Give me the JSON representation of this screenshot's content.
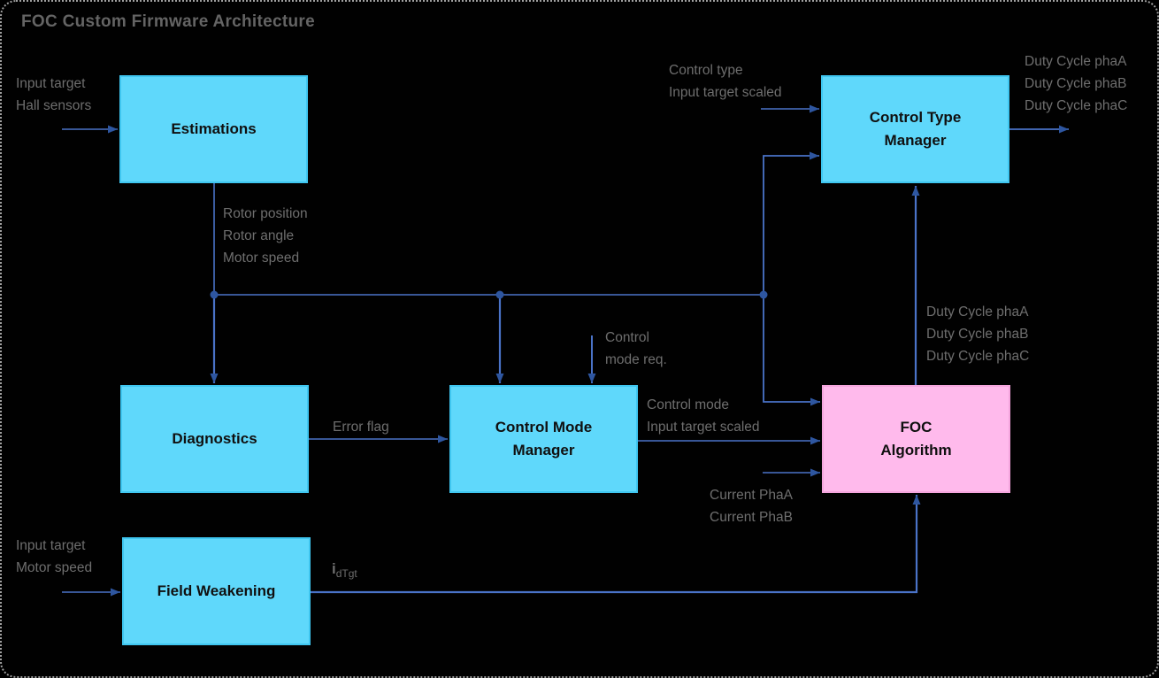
{
  "title": "FOC Custom Firmware Architecture",
  "colors": {
    "background": "#010101",
    "box_cyan": "#5fd8fb",
    "box_pink": "#ffbaec",
    "line_blue": "#4a73c8",
    "arrowhead_blue": "#2e56a0",
    "label_gray": "#6e6e6e",
    "title_gray": "#646464",
    "border_dotted_gray": "#a0a0a0"
  },
  "boxes": {
    "estimations": {
      "label": "Estimations"
    },
    "control_type_manager": {
      "label": "Control Type\nManager"
    },
    "diagnostics": {
      "label": "Diagnostics"
    },
    "control_mode_manager": {
      "label": "Control Mode\nManager"
    },
    "foc_algorithm": {
      "label": "FOC\nAlgorithm"
    },
    "field_weakening": {
      "label": "Field Weakening"
    }
  },
  "labels": {
    "estimations_in": [
      "Input target",
      "Hall sensors"
    ],
    "rotor_outputs": [
      "Rotor position",
      "Rotor angle",
      "Motor speed"
    ],
    "ctm_in": [
      "Control type",
      "Input target scaled"
    ],
    "duty_cycle_out": [
      "Duty Cycle phaA",
      "Duty Cycle phaB",
      "Duty Cycle phaC"
    ],
    "duty_cycle_mid": [
      "Duty Cycle phaA",
      "Duty Cycle phaB",
      "Duty Cycle phaC"
    ],
    "mode_req": [
      "Control",
      "mode req."
    ],
    "error_flag": "Error flag",
    "cmm_out": [
      "Control mode",
      "Input target scaled"
    ],
    "currents": [
      "Current PhaA",
      "Current PhaB"
    ],
    "idtgt": {
      "main": "i",
      "sub": "dTgt"
    },
    "fw_in": [
      "Input target",
      "Motor speed"
    ]
  }
}
